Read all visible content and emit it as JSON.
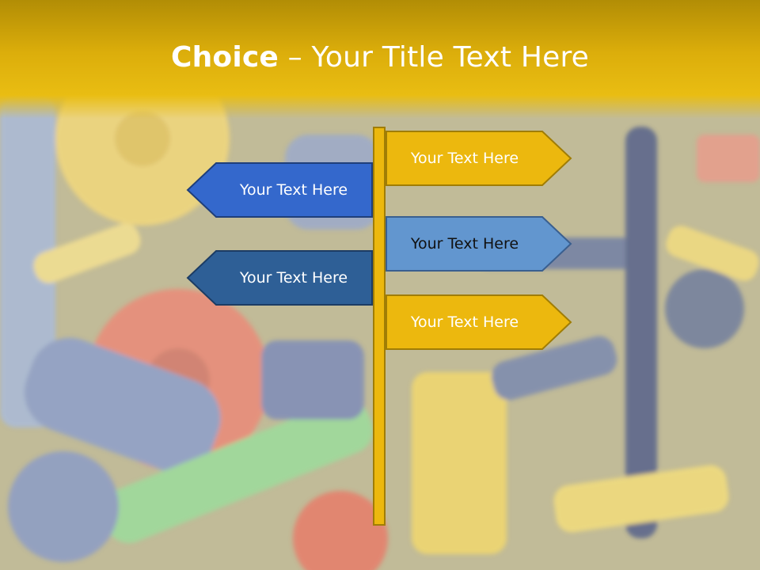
{
  "title": {
    "bold": "Choice",
    "rest": " – Your Title Text Here"
  },
  "colors": {
    "yellow": "#ecb80e",
    "blue_dark": "#3468cc",
    "blue_mid": "#6296cf",
    "blue_navy": "#2e5f96"
  },
  "signs": [
    {
      "text": "Your Text Here",
      "side": "right",
      "color": "yellow"
    },
    {
      "text": "Your Text Here",
      "side": "left",
      "color": "blue_dark"
    },
    {
      "text": "Your Text Here",
      "side": "right",
      "color": "blue_mid"
    },
    {
      "text": "Your Text Here",
      "side": "left",
      "color": "blue_navy"
    },
    {
      "text": "Your Text Here",
      "side": "right",
      "color": "yellow"
    }
  ]
}
